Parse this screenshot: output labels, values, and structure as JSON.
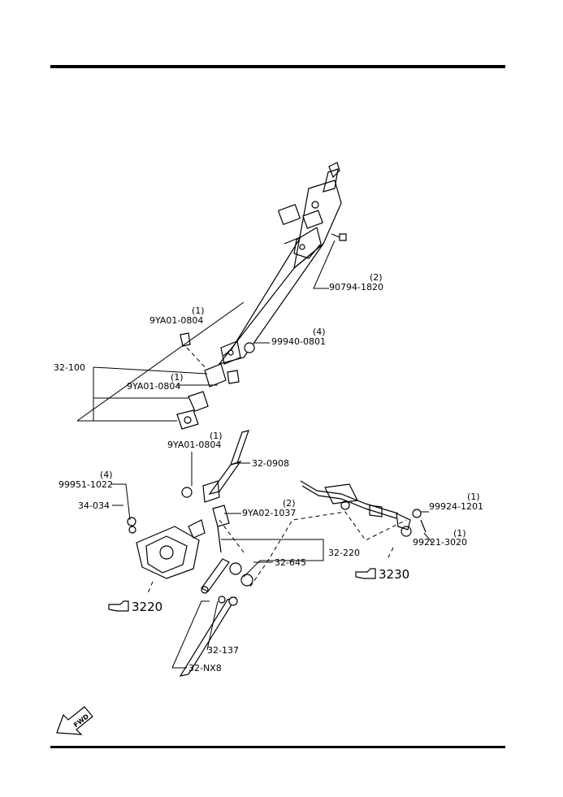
{
  "parts": [
    {
      "id": "p1",
      "code": "90794-1820",
      "qty": "(2)"
    },
    {
      "id": "p2",
      "code": "9YA01-0804",
      "qty": "(1)"
    },
    {
      "id": "p3",
      "code": "99940-0801",
      "qty": "(4)"
    },
    {
      "id": "p4",
      "code": "32-100",
      "qty": ""
    },
    {
      "id": "p5",
      "code": "9YA01-0804",
      "qty": "(1)"
    },
    {
      "id": "p6",
      "code": "9YA01-0804",
      "qty": "(1)"
    },
    {
      "id": "p7",
      "code": "32-0908",
      "qty": ""
    },
    {
      "id": "p8",
      "code": "99951-1022",
      "qty": "(4)"
    },
    {
      "id": "p9",
      "code": "34-034",
      "qty": ""
    },
    {
      "id": "p10",
      "code": "9YA02-1037",
      "qty": "(2)"
    },
    {
      "id": "p11",
      "code": "99924-1201",
      "qty": "(1)"
    },
    {
      "id": "p12",
      "code": "99221-3020",
      "qty": "(1)"
    },
    {
      "id": "p13",
      "code": "32-220",
      "qty": ""
    },
    {
      "id": "p14",
      "code": "32-645",
      "qty": ""
    },
    {
      "id": "p15",
      "code": "32-137",
      "qty": ""
    },
    {
      "id": "p16",
      "code": "32-NX8",
      "qty": ""
    }
  ],
  "refs": [
    {
      "id": "r1",
      "label": "3220"
    },
    {
      "id": "r2",
      "label": "3230"
    }
  ],
  "fwd_label": "FWD",
  "ink_color": "#000000"
}
